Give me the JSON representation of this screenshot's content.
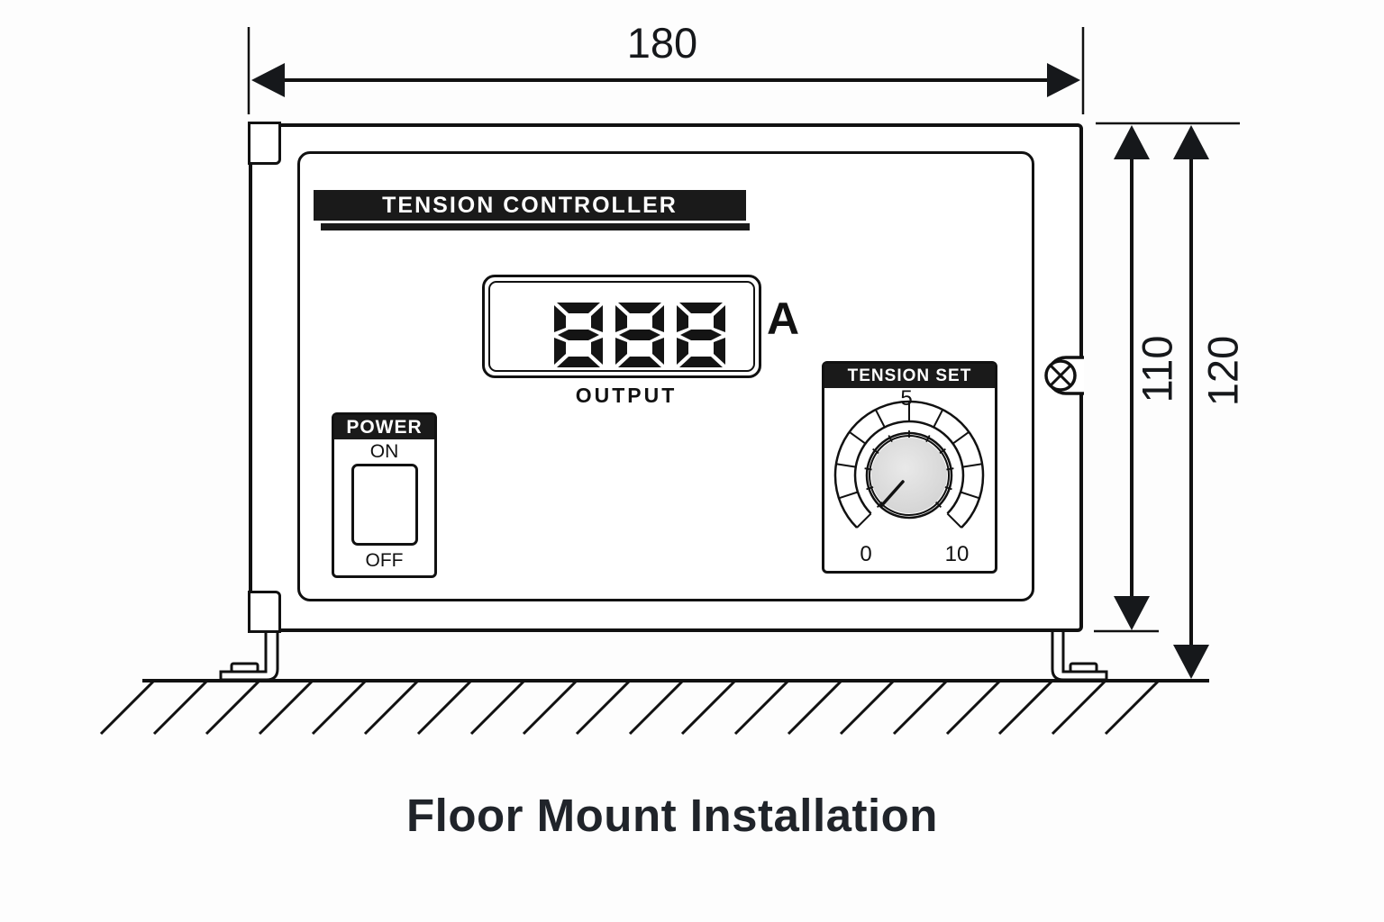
{
  "diagram": {
    "caption": "Floor Mount Installation",
    "dimensions": {
      "width": "180",
      "body_height": "110",
      "overall_height": "120"
    },
    "device": {
      "nameplate": "TENSION CONTROLLER",
      "display": {
        "value": "888",
        "unit": "A",
        "label": "OUTPUT"
      },
      "power_switch": {
        "header": "POWER",
        "on_label": "ON",
        "off_label": "OFF"
      },
      "tension_knob": {
        "header": "TENSION SET",
        "scale": {
          "min": "0",
          "mid": "5",
          "max": "10"
        }
      }
    }
  },
  "colors": {
    "line": "#111111",
    "panel_header_bg": "#1a1a1a",
    "panel_header_text": "#ffffff",
    "knob_fill": "#d9d9d9",
    "digit": "#141414"
  }
}
